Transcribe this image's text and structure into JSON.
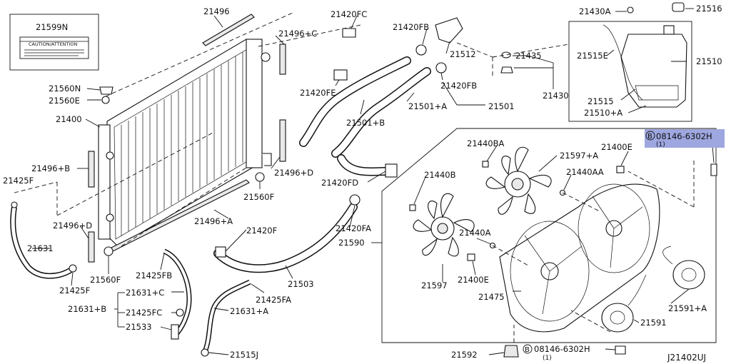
{
  "caution_box": {
    "part": "21599N",
    "text": "CAUTION/ATTENTION"
  },
  "callouts": {
    "p21496": "21496",
    "p21496c": "21496+C",
    "p21420fc": "21420FC",
    "p21420fb_top": "21420FB",
    "p21512": "21512",
    "p21430a": "21430A",
    "p21516": "21516",
    "p21515e": "21515E",
    "p21510": "21510",
    "p21435": "21435",
    "p21430": "21430",
    "p21515": "21515",
    "p21510a": "21510+A",
    "p21560n": "21560N",
    "p21560e": "21560E",
    "p21420fe": "21420FE",
    "p21420fb_mid": "21420FB",
    "p21501a": "21501+A",
    "p21501": "21501",
    "p21501b": "21501+B",
    "p21400": "21400",
    "p21496b": "21496+B",
    "p21496d_top": "21496+D",
    "p21425f_top": "21425F",
    "p21420fd": "21420FD",
    "p21560f_top": "21560F",
    "p21496a": "21496+A",
    "p21496d_left": "21496+D",
    "p21420f": "21420F",
    "p21420fa": "21420FA",
    "p21631": "21631",
    "p21590": "21590",
    "p21503": "21503",
    "p21425f_bot": "21425F",
    "p21560f_bot": "21560F",
    "p21425fb": "21425FB",
    "p21631c": "21631+C",
    "p21425fa": "21425FA",
    "p21631b": "21631+B",
    "p21425fc": "21425FC",
    "p21631a": "21631+A",
    "p21533": "21533",
    "p21515j": "21515J",
    "p21440ba": "21440BA",
    "p21597a": "21597+A",
    "p21400e_top": "21400E",
    "p21440aa": "21440AA",
    "p21440b": "21440B",
    "p21440a": "21440A",
    "p21400e_bot": "21400E",
    "p21597": "21597",
    "p21475": "21475",
    "p21591a": "21591+A",
    "p21591": "21591",
    "p21592": "21592"
  },
  "bolts": {
    "top": {
      "symbol": "B",
      "part": "08146-6302H",
      "qty": "(1)"
    },
    "bottom": {
      "symbol": "B",
      "part": "08146-6302H",
      "qty": "(1)"
    }
  },
  "diagram_code": "J21402UJ",
  "colors": {
    "highlight": "#9ea7df",
    "ink": "#111111"
  }
}
